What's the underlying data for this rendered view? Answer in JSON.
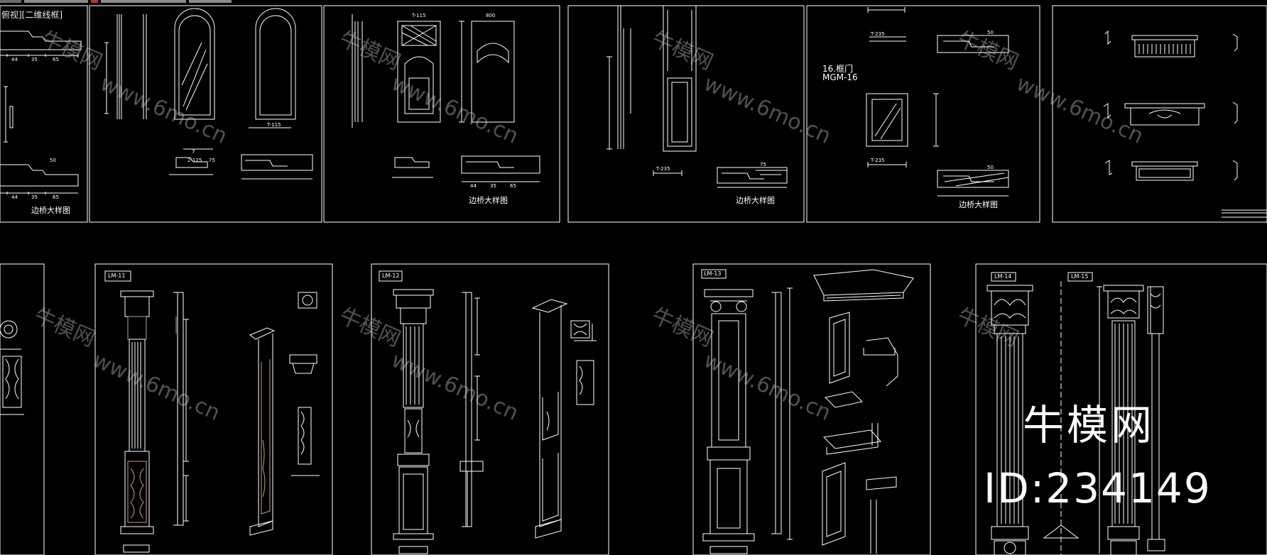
{
  "viewport": {
    "label": "俯视][二维线框]"
  },
  "colors": {
    "background": "#000000",
    "line": "#ffffff",
    "ornament": "#c8a078",
    "watermark": "rgba(210,210,210,0.38)"
  },
  "panels_top": [
    {
      "caption": "边桥大样图",
      "dims": [
        "44",
        "35",
        "65",
        "50",
        "44",
        "35",
        "65"
      ]
    },
    {
      "caption": "",
      "dims": [
        "T-115",
        "7",
        "2-125",
        "75"
      ]
    },
    {
      "caption": "边桥大样图",
      "dims": [
        "T-115",
        "800",
        "44",
        "35",
        "65"
      ]
    },
    {
      "caption": "边桥大样图",
      "dims": [
        "T-235",
        "75"
      ]
    },
    {
      "caption": "边桥大样图",
      "title_line1": "16.框门",
      "title_line2": "MGM-16",
      "dims": [
        "T-235",
        "50",
        "T-235",
        "50"
      ]
    },
    {
      "caption": "",
      "dims": []
    }
  ],
  "panels_bottom": [
    {
      "tag": "LM-11"
    },
    {
      "tag": "LM-12"
    },
    {
      "tag": "LM-13"
    },
    {
      "tag": "LM-14",
      "tag2": "LM-15"
    }
  ],
  "watermark": {
    "cn": "牛模网",
    "url": "www.6mo.cn"
  },
  "brand": {
    "name": "牛模网",
    "id": "ID:234149"
  }
}
